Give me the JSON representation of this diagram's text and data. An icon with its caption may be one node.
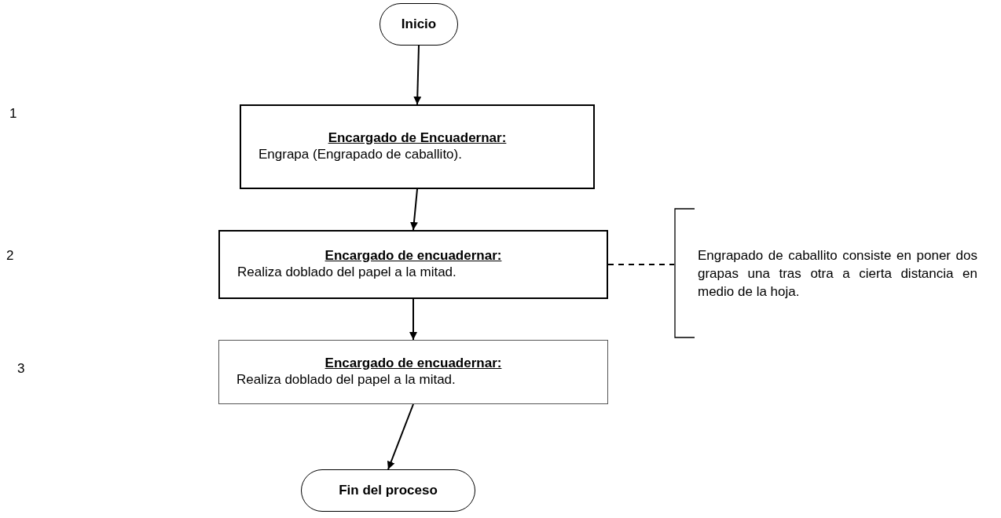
{
  "diagram": {
    "nodes": [
      {
        "text": [
          "Inicio"
        ]
      },
      {
        "text": [
          "Encargado de Encuadernar:",
          "Engrapa (Engrapado de caballito)."
        ]
      },
      {
        "text": [
          "Encargado de encuadernar:",
          "Realiza doblado del papel a la mitad."
        ]
      },
      {
        "text": [
          "Encargado de encuadernar:",
          "Realiza doblado del papel a la mitad."
        ]
      },
      {
        "text": [
          "Fin del proceso"
        ]
      },
      {
        "text": [
          "Engrapado de caballito consiste en poner dos grapas una tras otra a cierta distancia en medio de la hoja."
        ]
      }
    ],
    "edges": [
      {
        "from": 0,
        "to": 1,
        "arrow": "to"
      },
      {
        "from": 1,
        "to": 2,
        "arrow": "to"
      },
      {
        "from": 2,
        "to": 3,
        "arrow": "to"
      },
      {
        "from": 3,
        "to": 4,
        "arrow": "to"
      },
      {
        "from": 2,
        "to": 5,
        "arrow": "none",
        "style": "dashed"
      }
    ],
    "labels": [
      "1",
      "2",
      "3"
    ]
  }
}
